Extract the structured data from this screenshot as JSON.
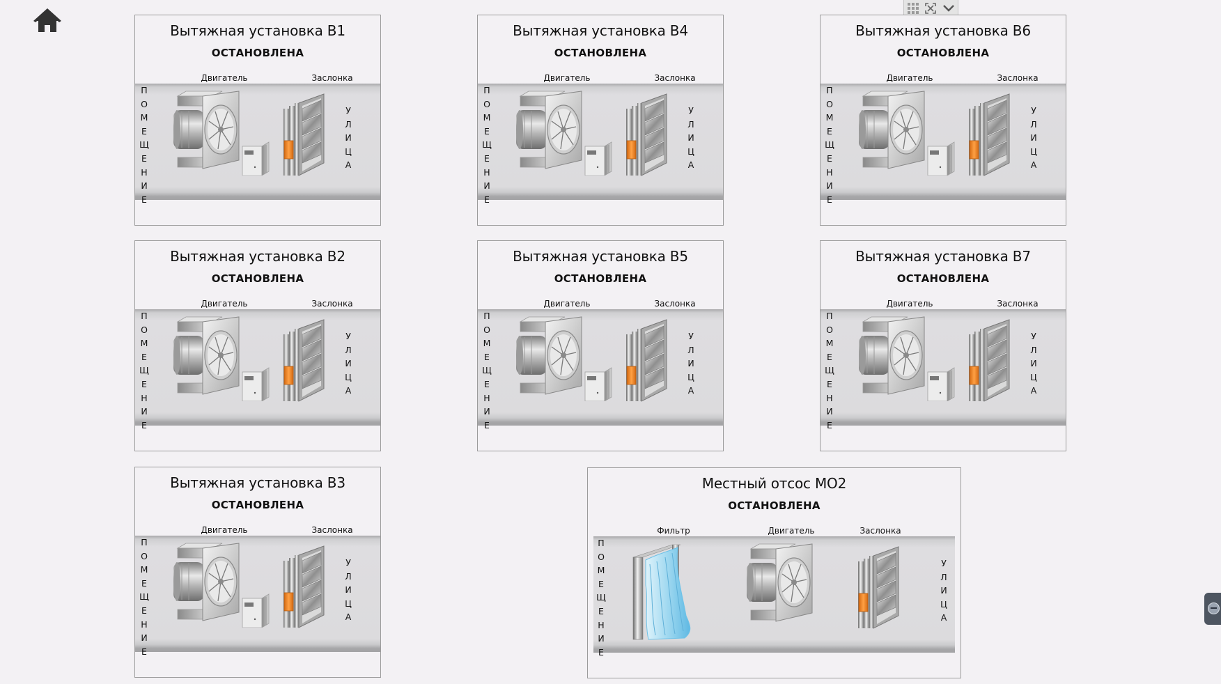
{
  "nav": {
    "home_icon": "home-icon"
  },
  "toolbar": {
    "icons": [
      "grid-icon",
      "fullscreen-icon",
      "chevron-down-icon"
    ]
  },
  "side_tab": {
    "icon": "minus-circle-icon"
  },
  "units": [
    {
      "title": "Вытяжная установка В1",
      "state": "ОСТАНОВЛЕНА",
      "motor_label": "Двигатель",
      "damper_label": "Заслонка",
      "room": "ПОМЕЩЕНИЕ",
      "street": "УЛИЦА"
    },
    {
      "title": "Вытяжная установка В4",
      "state": "ОСТАНОВЛЕНА",
      "motor_label": "Двигатель",
      "damper_label": "Заслонка",
      "room": "ПОМЕЩЕНИЕ",
      "street": "УЛИЦА"
    },
    {
      "title": "Вытяжная установка В6",
      "state": "ОСТАНОВЛЕНА",
      "motor_label": "Двигатель",
      "damper_label": "Заслонка",
      "room": "ПОМЕЩЕНИЕ",
      "street": "УЛИЦА"
    },
    {
      "title": "Вытяжная установка В2",
      "state": "ОСТАНОВЛЕНА",
      "motor_label": "Двигатель",
      "damper_label": "Заслонка",
      "room": "ПОМЕЩЕНИЕ",
      "street": "УЛИЦА"
    },
    {
      "title": "Вытяжная установка В5",
      "state": "ОСТАНОВЛЕНА",
      "motor_label": "Двигатель",
      "damper_label": "Заслонка",
      "room": "ПОМЕЩЕНИЕ",
      "street": "УЛИЦА"
    },
    {
      "title": "Вытяжная установка В7",
      "state": "ОСТАНОВЛЕНА",
      "motor_label": "Двигатель",
      "damper_label": "Заслонка",
      "room": "ПОМЕЩЕНИЕ",
      "street": "УЛИЦА"
    },
    {
      "title": "Вытяжная установка В3",
      "state": "ОСТАНОВЛЕНА",
      "motor_label": "Двигатель",
      "damper_label": "Заслонка",
      "room": "ПОМЕЩЕНИЕ",
      "street": "УЛИЦА"
    }
  ],
  "local_exhaust": {
    "title": "Местный отсос МО2",
    "state": "ОСТАНОВЛЕНА",
    "filter_label": "Фильтр",
    "motor_label": "Двигатель",
    "damper_label": "Заслонка",
    "room": "ПОМЕЩЕНИЕ",
    "street": "УЛИЦА"
  },
  "colors": {
    "damper_actuator": "#f08c2e",
    "panel_bg": "#f3f1f4",
    "filter": "#a8dcf2"
  }
}
